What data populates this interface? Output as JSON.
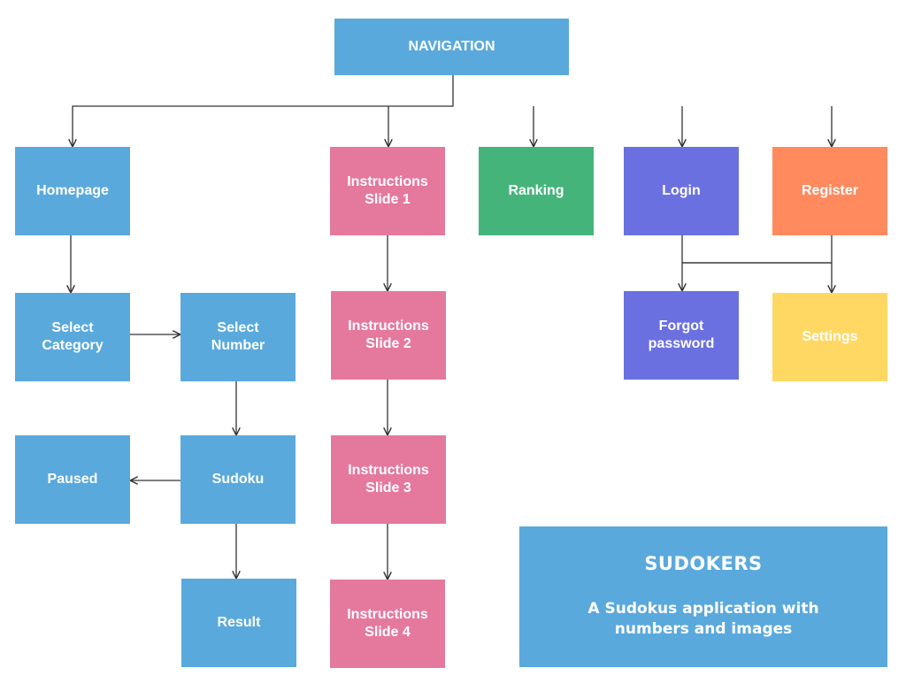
{
  "colors": {
    "blue": "#5aa9dc",
    "pink": "#e5799d",
    "green": "#45b47b",
    "purple": "#6b70e0",
    "orange": "#ff8a5e",
    "yellow": "#ffd864",
    "edge": "#333333"
  },
  "nodes": [
    {
      "id": "navigation",
      "label": "NAVIGATION",
      "color": "blue"
    },
    {
      "id": "homepage",
      "label": "Homepage",
      "color": "blue"
    },
    {
      "id": "instructions-slide-1",
      "label": "Instructions\nSlide 1",
      "color": "pink"
    },
    {
      "id": "ranking",
      "label": "Ranking",
      "color": "green"
    },
    {
      "id": "login",
      "label": "Login",
      "color": "purple"
    },
    {
      "id": "register",
      "label": "Register",
      "color": "orange"
    },
    {
      "id": "select-category",
      "label": "Select\nCategory",
      "color": "blue"
    },
    {
      "id": "select-number",
      "label": "Select\nNumber",
      "color": "blue"
    },
    {
      "id": "instructions-slide-2",
      "label": "Instructions\nSlide 2",
      "color": "pink"
    },
    {
      "id": "forgot-password",
      "label": "Forgot\npassword",
      "color": "purple"
    },
    {
      "id": "settings",
      "label": "Settings",
      "color": "yellow"
    },
    {
      "id": "paused",
      "label": "Paused",
      "color": "blue"
    },
    {
      "id": "sudoku",
      "label": "Sudoku",
      "color": "blue"
    },
    {
      "id": "instructions-slide-3",
      "label": "Instructions\nSlide 3",
      "color": "pink"
    },
    {
      "id": "result",
      "label": "Result",
      "color": "blue"
    },
    {
      "id": "instructions-slide-4",
      "label": "Instructions\nSlide 4",
      "color": "pink"
    }
  ],
  "edges": [
    {
      "from": "navigation",
      "to": "homepage"
    },
    {
      "from": "navigation",
      "to": "instructions-slide-1"
    },
    {
      "from": "navigation",
      "to": "ranking"
    },
    {
      "from": "navigation",
      "to": "login"
    },
    {
      "from": "navigation",
      "to": "register"
    },
    {
      "from": "homepage",
      "to": "select-category"
    },
    {
      "from": "select-category",
      "to": "select-number"
    },
    {
      "from": "select-number",
      "to": "sudoku"
    },
    {
      "from": "sudoku",
      "to": "paused"
    },
    {
      "from": "sudoku",
      "to": "result"
    },
    {
      "from": "instructions-slide-1",
      "to": "instructions-slide-2"
    },
    {
      "from": "instructions-slide-2",
      "to": "instructions-slide-3"
    },
    {
      "from": "instructions-slide-3",
      "to": "instructions-slide-4"
    },
    {
      "from": "login",
      "to": "forgot-password"
    },
    {
      "from": "login",
      "to": "settings"
    },
    {
      "from": "register",
      "to": "forgot-password"
    },
    {
      "from": "register",
      "to": "settings"
    }
  ],
  "title_card": {
    "title": "SUDOKERS",
    "subtitle": "A Sudokus application with numbers and images",
    "color": "blue"
  }
}
